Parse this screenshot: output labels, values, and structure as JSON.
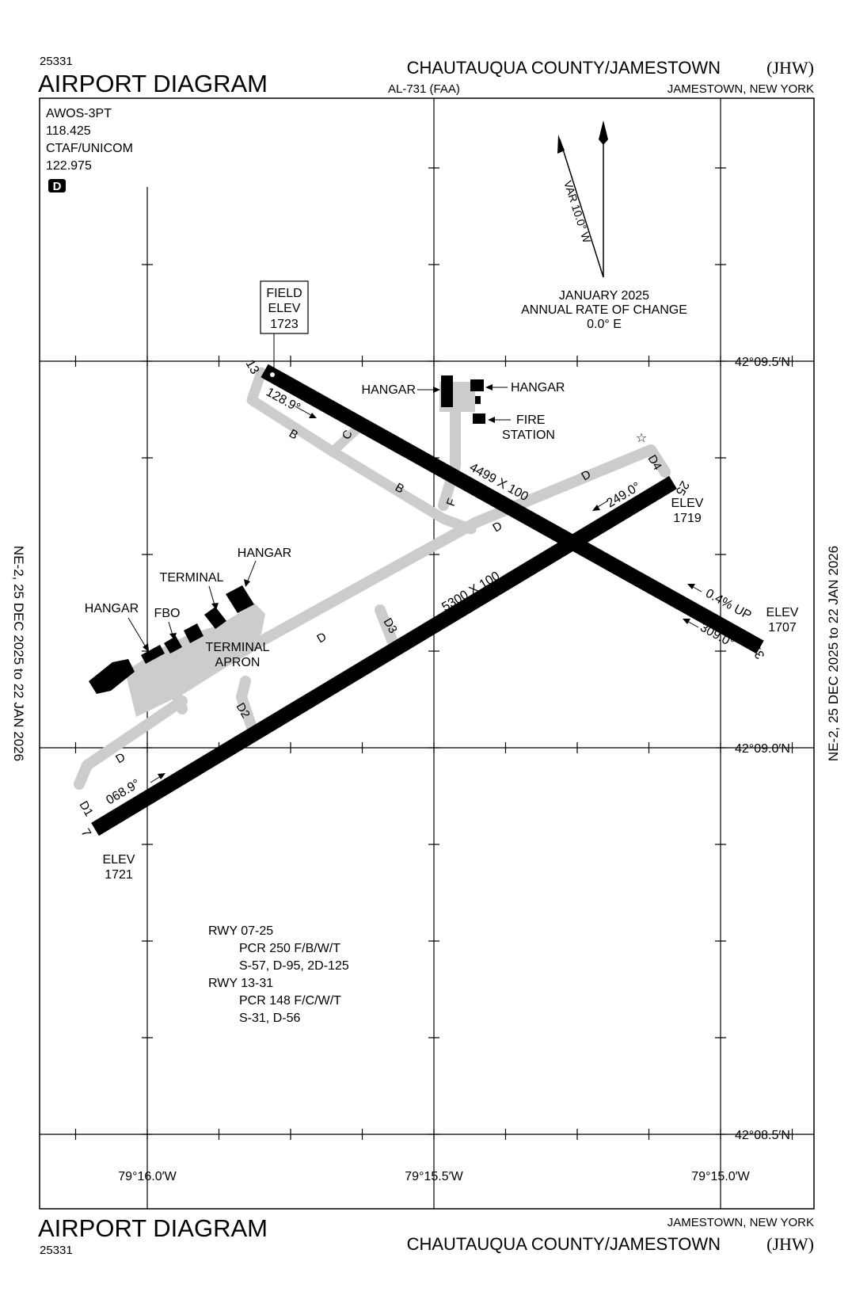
{
  "header": {
    "procedure_number": "25331",
    "title": "AIRPORT DIAGRAM",
    "airport_name": "CHAUTAUQUA COUNTY/JAMESTOWN",
    "airport_id": "(JHW)",
    "chart_id": "AL-731 (FAA)",
    "city_state": "JAMESTOWN, NEW YORK"
  },
  "footer": {
    "title": "AIRPORT DIAGRAM",
    "procedure_number": "25331",
    "city_state": "JAMESTOWN, NEW YORK",
    "airport_name": "CHAUTAUQUA COUNTY/JAMESTOWN",
    "airport_id": "(JHW)"
  },
  "side_notes": {
    "left": "NE-2,  25 DEC 2025  to  22 JAN 2026",
    "right": "NE-2,  25 DEC 2025  to  22 JAN 2026"
  },
  "frequencies": {
    "awos": "AWOS-3PT",
    "awos_freq": "118.425",
    "ctaf": "CTAF/UNICOM",
    "ctaf_freq": "122.975",
    "atis_badge": "D"
  },
  "magnetic": {
    "var": "VAR 10.0° W",
    "date": "JANUARY 2025",
    "rate_label": "ANNUAL RATE OF CHANGE",
    "rate": "0.0° E"
  },
  "field_elev": {
    "label1": "FIELD",
    "label2": "ELEV",
    "value": "1723"
  },
  "coordinates": {
    "lat_top": "42°09.5′N",
    "lat_mid": "42°09.0′N",
    "lat_bottom": "42°08.5′N",
    "lon_left": "79°16.0′W",
    "lon_mid": "79°15.5′W",
    "lon_right": "79°15.0′W"
  },
  "runways": {
    "rwy_13_31": {
      "end_13": "13",
      "end_31": "31",
      "heading_13": "128.9°",
      "heading_31": "309.0°",
      "dimensions": "4499 X 100",
      "slope": "0.4% UP",
      "elev_31_label": "ELEV",
      "elev_31": "1707"
    },
    "rwy_07_25": {
      "end_07": "7",
      "end_25": "25",
      "heading_07": "068.9°",
      "heading_25": "249.0°",
      "dimensions": "5300 X 100",
      "elev_07_label": "ELEV",
      "elev_07": "1721",
      "elev_25_label": "ELEV",
      "elev_25": "1719"
    }
  },
  "taxiways": {
    "b1": "B",
    "b2": "B",
    "c": "C",
    "f": "F",
    "d_top": "D",
    "d_mid": "D",
    "d_lower": "D",
    "d_left": "D",
    "d1": "D1",
    "d2": "D2",
    "d3": "D3",
    "d4": "D4"
  },
  "buildings": {
    "hangar_top_left": "HANGAR",
    "hangar_top_right": "HANGAR",
    "fire_1": "FIRE",
    "fire_2": "STATION",
    "hangar_terminal": "HANGAR",
    "terminal": "TERMINAL",
    "fbo": "FBO",
    "hangar_left": "HANGAR",
    "apron_1": "TERMINAL",
    "apron_2": "APRON"
  },
  "pcr_notes": {
    "rwy1": "RWY 07-25",
    "rwy1_pcr": "PCR 250 F/B/W/T",
    "rwy1_gear": "S-57, D-95, 2D-125",
    "rwy2": "RWY 13-31",
    "rwy2_pcr": "PCR 148 F/C/W/T",
    "rwy2_gear": "S-31, D-56"
  }
}
